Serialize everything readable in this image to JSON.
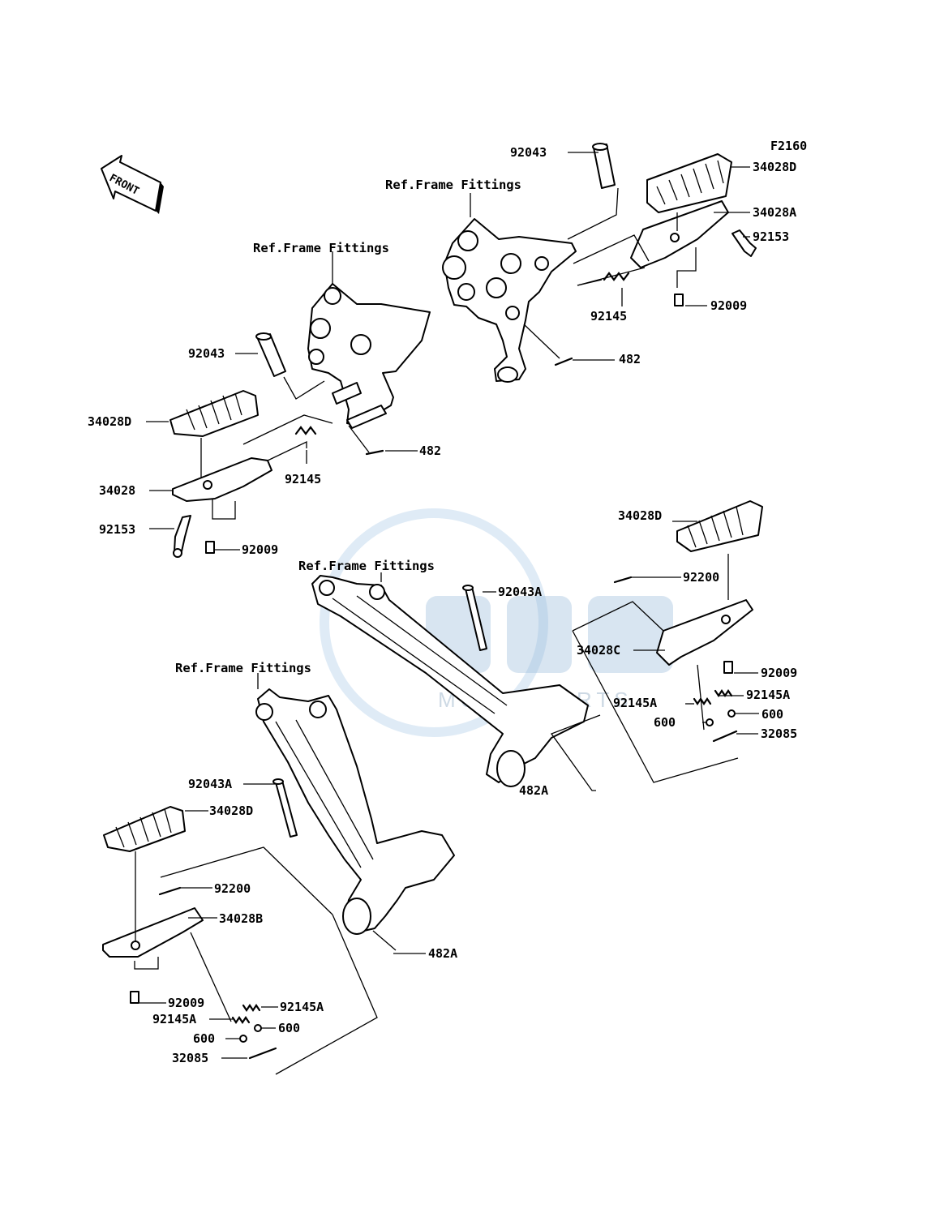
{
  "figure_code": "F2160",
  "front_arrow": {
    "label": "FRONT",
    "icon": "front-direction-arrow-icon"
  },
  "watermark": {
    "text": "MOTORPARTS"
  },
  "reference_label": "Ref.Frame Fittings",
  "parts": {
    "top_right": {
      "ref": "Ref.Frame Fittings",
      "pin": "92043",
      "footpeg_rubber": "34028D",
      "footpeg": "34028A",
      "bolt": "92153",
      "spring": "92145",
      "screw": "92009",
      "cotter_pin": "482"
    },
    "top_left": {
      "ref": "Ref.Frame Fittings",
      "pin": "92043",
      "footpeg_rubber": "34028D",
      "footpeg": "34028",
      "bolt": "92153",
      "spring": "92145",
      "screw": "92009",
      "cotter_pin": "482"
    },
    "bottom_right": {
      "ref": "Ref.Frame Fittings",
      "pin": "92043A",
      "footpeg_rubber": "34028D",
      "plate": "92200",
      "footpeg": "34028C",
      "screw": "92009",
      "spring_left": "92145A",
      "spring_right": "92145A",
      "ball_left": "600",
      "ball_right": "600",
      "stopper": "32085",
      "cotter_pin": "482A"
    },
    "bottom_left": {
      "ref": "Ref.Frame Fittings",
      "pin": "92043A",
      "footpeg_rubber": "34028D",
      "plate": "92200",
      "footpeg": "34028B",
      "screw": "92009",
      "spring_left": "92145A",
      "spring_right": "92145A",
      "ball_left": "600",
      "ball_right": "600",
      "stopper": "32085",
      "cotter_pin": "482A"
    }
  }
}
